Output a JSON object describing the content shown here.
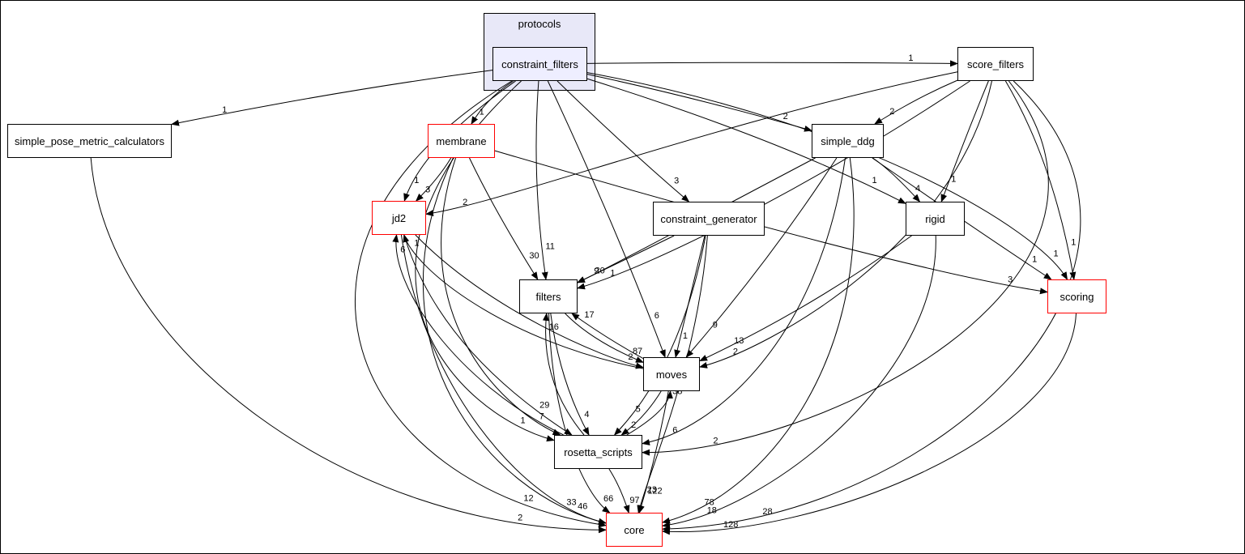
{
  "diagram": {
    "cluster": {
      "label": "protocols",
      "fill": "#e8e8f8",
      "border_color": "#000000"
    },
    "colors": {
      "edge": "#000000",
      "normal_border": "#000000",
      "truncated_border": "#ff0000",
      "highlight_fill": "#eeeeff",
      "node_fill": "#ffffff"
    },
    "nodes": {
      "constraint_filters": {
        "label": "constraint_filters",
        "border_color": "#000000",
        "fill": "#eeeeff"
      },
      "score_filters": {
        "label": "score_filters",
        "border_color": "#000000",
        "fill": "#ffffff"
      },
      "simple_pose_metric_calculators": {
        "label": "simple_pose_metric_calculators",
        "border_color": "#000000",
        "fill": "#ffffff"
      },
      "membrane": {
        "label": "membrane",
        "border_color": "#ff0000",
        "fill": "#ffffff"
      },
      "simple_ddg": {
        "label": "simple_ddg",
        "border_color": "#000000",
        "fill": "#ffffff"
      },
      "jd2": {
        "label": "jd2",
        "border_color": "#ff0000",
        "fill": "#ffffff"
      },
      "constraint_generator": {
        "label": "constraint_generator",
        "border_color": "#000000",
        "fill": "#ffffff"
      },
      "rigid": {
        "label": "rigid",
        "border_color": "#000000",
        "fill": "#ffffff"
      },
      "filters": {
        "label": "filters",
        "border_color": "#000000",
        "fill": "#ffffff"
      },
      "scoring": {
        "label": "scoring",
        "border_color": "#ff0000",
        "fill": "#ffffff"
      },
      "moves": {
        "label": "moves",
        "border_color": "#000000",
        "fill": "#ffffff"
      },
      "rosetta_scripts": {
        "label": "rosetta_scripts",
        "border_color": "#000000",
        "fill": "#ffffff"
      },
      "core": {
        "label": "core",
        "border_color": "#ff0000",
        "fill": "#ffffff"
      }
    },
    "edges": [
      {
        "from": "constraint_filters",
        "to": "score_filters",
        "label": "1"
      },
      {
        "from": "constraint_filters",
        "to": "simple_pose_metric_calculators",
        "label": "1"
      },
      {
        "from": "constraint_filters",
        "to": "membrane",
        "label": "1"
      },
      {
        "from": "constraint_filters",
        "to": "simple_ddg",
        "label": "2"
      },
      {
        "from": "constraint_filters",
        "to": "jd2",
        "label": "1"
      },
      {
        "from": "constraint_filters",
        "to": "constraint_generator",
        "label": "3"
      },
      {
        "from": "constraint_filters",
        "to": "rigid",
        "label": "1"
      },
      {
        "from": "constraint_filters",
        "to": "filters",
        "label": "11"
      },
      {
        "from": "constraint_filters",
        "to": "scoring",
        "label": "1"
      },
      {
        "from": "constraint_filters",
        "to": "moves",
        "label": "6"
      },
      {
        "from": "constraint_filters",
        "to": "rosetta_scripts",
        "label": "1"
      },
      {
        "from": "constraint_filters",
        "to": "core",
        "label": "12"
      },
      {
        "from": "score_filters",
        "to": "simple_ddg",
        "label": "2"
      },
      {
        "from": "score_filters",
        "to": "jd2",
        "label": "2"
      },
      {
        "from": "score_filters",
        "to": "rigid",
        "label": "1"
      },
      {
        "from": "score_filters",
        "to": "filters",
        "label": "1"
      },
      {
        "from": "score_filters",
        "to": "scoring",
        "label": "1"
      },
      {
        "from": "score_filters",
        "to": "moves",
        "label": "2"
      },
      {
        "from": "score_filters",
        "to": "rosetta_scripts",
        "label": "2"
      },
      {
        "from": "score_filters",
        "to": "core",
        "label": "28"
      },
      {
        "from": "simple_pose_metric_calculators",
        "to": "core",
        "label": "2"
      },
      {
        "from": "membrane",
        "to": "jd2",
        "label": "3"
      },
      {
        "from": "membrane",
        "to": "filters",
        "label": "30"
      },
      {
        "from": "membrane",
        "to": "scoring",
        "label": "3"
      },
      {
        "from": "membrane",
        "to": "rosetta_scripts",
        "label": "7"
      },
      {
        "from": "membrane",
        "to": "core",
        "label": "33"
      },
      {
        "from": "simple_ddg",
        "to": "rigid",
        "label": "4"
      },
      {
        "from": "simple_ddg",
        "to": "filters",
        "label": "20"
      },
      {
        "from": "simple_ddg",
        "to": "moves",
        "label": "9"
      },
      {
        "from": "simple_ddg",
        "to": "scoring",
        "label": "1"
      },
      {
        "from": "simple_ddg",
        "to": "rosetta_scripts",
        "label": "6"
      },
      {
        "from": "simple_ddg",
        "to": "core",
        "label": "78"
      },
      {
        "from": "jd2",
        "to": "moves",
        "label": "2"
      },
      {
        "from": "jd2",
        "to": "rosetta_scripts",
        "label": "29"
      },
      {
        "from": "jd2",
        "to": "core",
        "label": "46"
      },
      {
        "from": "constraint_generator",
        "to": "filters",
        "label": "9"
      },
      {
        "from": "constraint_generator",
        "to": "moves",
        "label": "1"
      },
      {
        "from": "constraint_generator",
        "to": "rosetta_scripts",
        "label": "5"
      },
      {
        "from": "constraint_generator",
        "to": "core",
        "label": "23"
      },
      {
        "from": "rigid",
        "to": "moves",
        "label": "13"
      },
      {
        "from": "rigid",
        "to": "core",
        "label": "18"
      },
      {
        "from": "filters",
        "to": "moves",
        "label": "87"
      },
      {
        "from": "filters",
        "to": "rosetta_scripts",
        "label": "4"
      },
      {
        "from": "filters",
        "to": "core",
        "label": "66"
      },
      {
        "from": "scoring",
        "to": "core",
        "label": "128"
      },
      {
        "from": "moves",
        "to": "filters",
        "label": "17"
      },
      {
        "from": "moves",
        "to": "jd2",
        "label": "1"
      },
      {
        "from": "moves",
        "to": "rosetta_scripts",
        "label": "2"
      },
      {
        "from": "moves",
        "to": "core",
        "label": "122"
      },
      {
        "from": "rosetta_scripts",
        "to": "jd2",
        "label": "6"
      },
      {
        "from": "rosetta_scripts",
        "to": "filters",
        "label": "16"
      },
      {
        "from": "rosetta_scripts",
        "to": "moves",
        "label": "38"
      },
      {
        "from": "rosetta_scripts",
        "to": "core",
        "label": "97"
      }
    ]
  }
}
